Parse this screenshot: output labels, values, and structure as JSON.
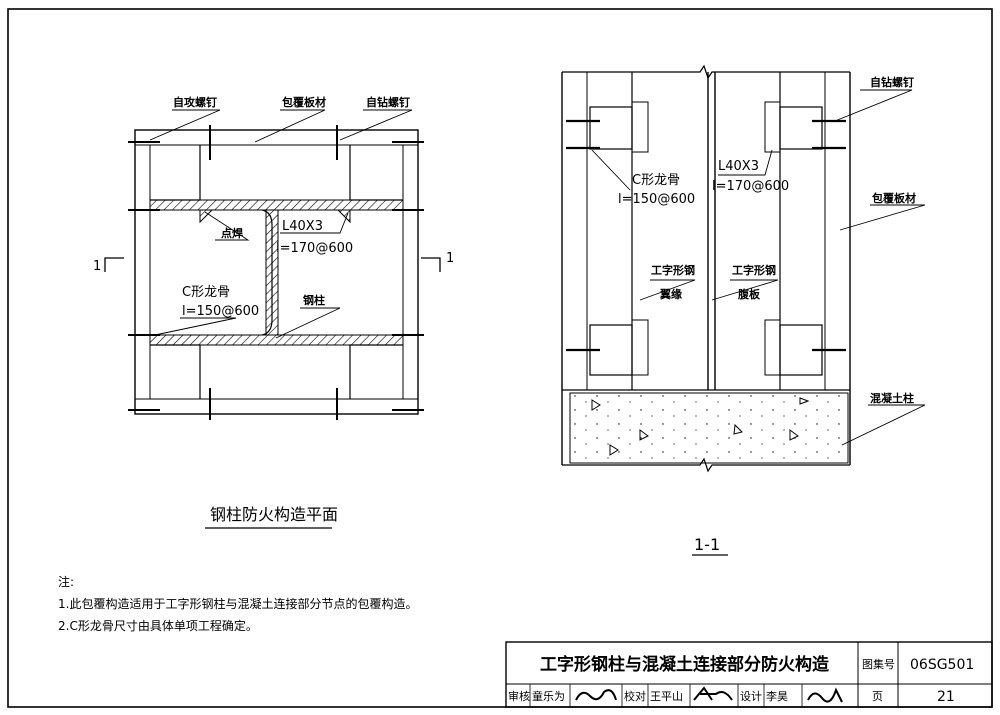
{
  "plan": {
    "caption": "钢柱防火构造平面",
    "labels": {
      "self_tapping_screw": "自攻螺钉",
      "cladding_board": "包覆板材",
      "self_drilling_screw": "自钻螺钉",
      "spot_weld": "点焊",
      "angle": "L40X3",
      "angle_spacing": "l=170@600",
      "c_keel": "C形龙骨",
      "c_keel_spacing": "l=150@600",
      "steel_column": "钢柱",
      "section_mark_left": "1",
      "section_mark_right": "1"
    }
  },
  "section": {
    "caption": "1-1",
    "labels": {
      "self_drilling_screw": "自钻螺钉",
      "angle": "L40X3",
      "angle_spacing": "l=170@600",
      "c_keel": "C形龙骨",
      "c_keel_spacing": "l=150@600",
      "cladding_board": "包覆板材",
      "flange_1": "工字形钢",
      "flange_2": "翼缘",
      "web_1": "工字形钢",
      "web_2": "腹板",
      "concrete": "混凝土柱"
    }
  },
  "notes": {
    "heading": "注:",
    "items": [
      "1.此包覆构造适用于工字形钢柱与混凝土连接部分节点的包覆构造。",
      "2.C形龙骨尺寸由具体单项工程确定。"
    ]
  },
  "title_block": {
    "title": "工字形钢柱与混凝土连接部分防火构造",
    "atlas_label": "图集号",
    "atlas_value": "06SG501",
    "page_label": "页",
    "page_value": "21",
    "review_label": "审核",
    "review_name": "童乐为",
    "check_label": "校对",
    "check_name": "王平山",
    "design_label": "设计",
    "design_name": "李昊"
  }
}
